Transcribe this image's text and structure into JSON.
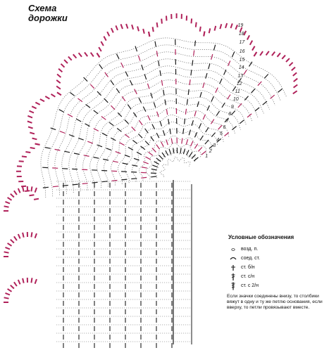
{
  "title": {
    "line1": "Схема",
    "line2": "дорожки"
  },
  "row_numbers": [
    "19",
    "18",
    "17",
    "16",
    "15",
    "14",
    "13",
    "12",
    "11",
    "10",
    "9",
    "8",
    "7",
    "6",
    "5",
    "4",
    "3",
    "2",
    "1"
  ],
  "legend": {
    "heading": "Условные обозначения",
    "items": [
      {
        "symbol": "chain-stitch-icon",
        "label": "возд. п."
      },
      {
        "symbol": "slip-stitch-icon",
        "label": "соед. ст."
      },
      {
        "symbol": "single-crochet-icon",
        "label": "ст. б/н"
      },
      {
        "symbol": "double-crochet-icon",
        "label": "ст. с/н"
      },
      {
        "symbol": "treble-crochet-icon",
        "label": "ст. с 2/н"
      }
    ],
    "note": "Если значки соединены внизу, то столбики вяжут в одну и ту же петлю основания, если вверху, то петли провязывают вместе."
  },
  "colors": {
    "accent": "#b0225a",
    "ink": "#1a1a1a",
    "chain": "#666666"
  }
}
